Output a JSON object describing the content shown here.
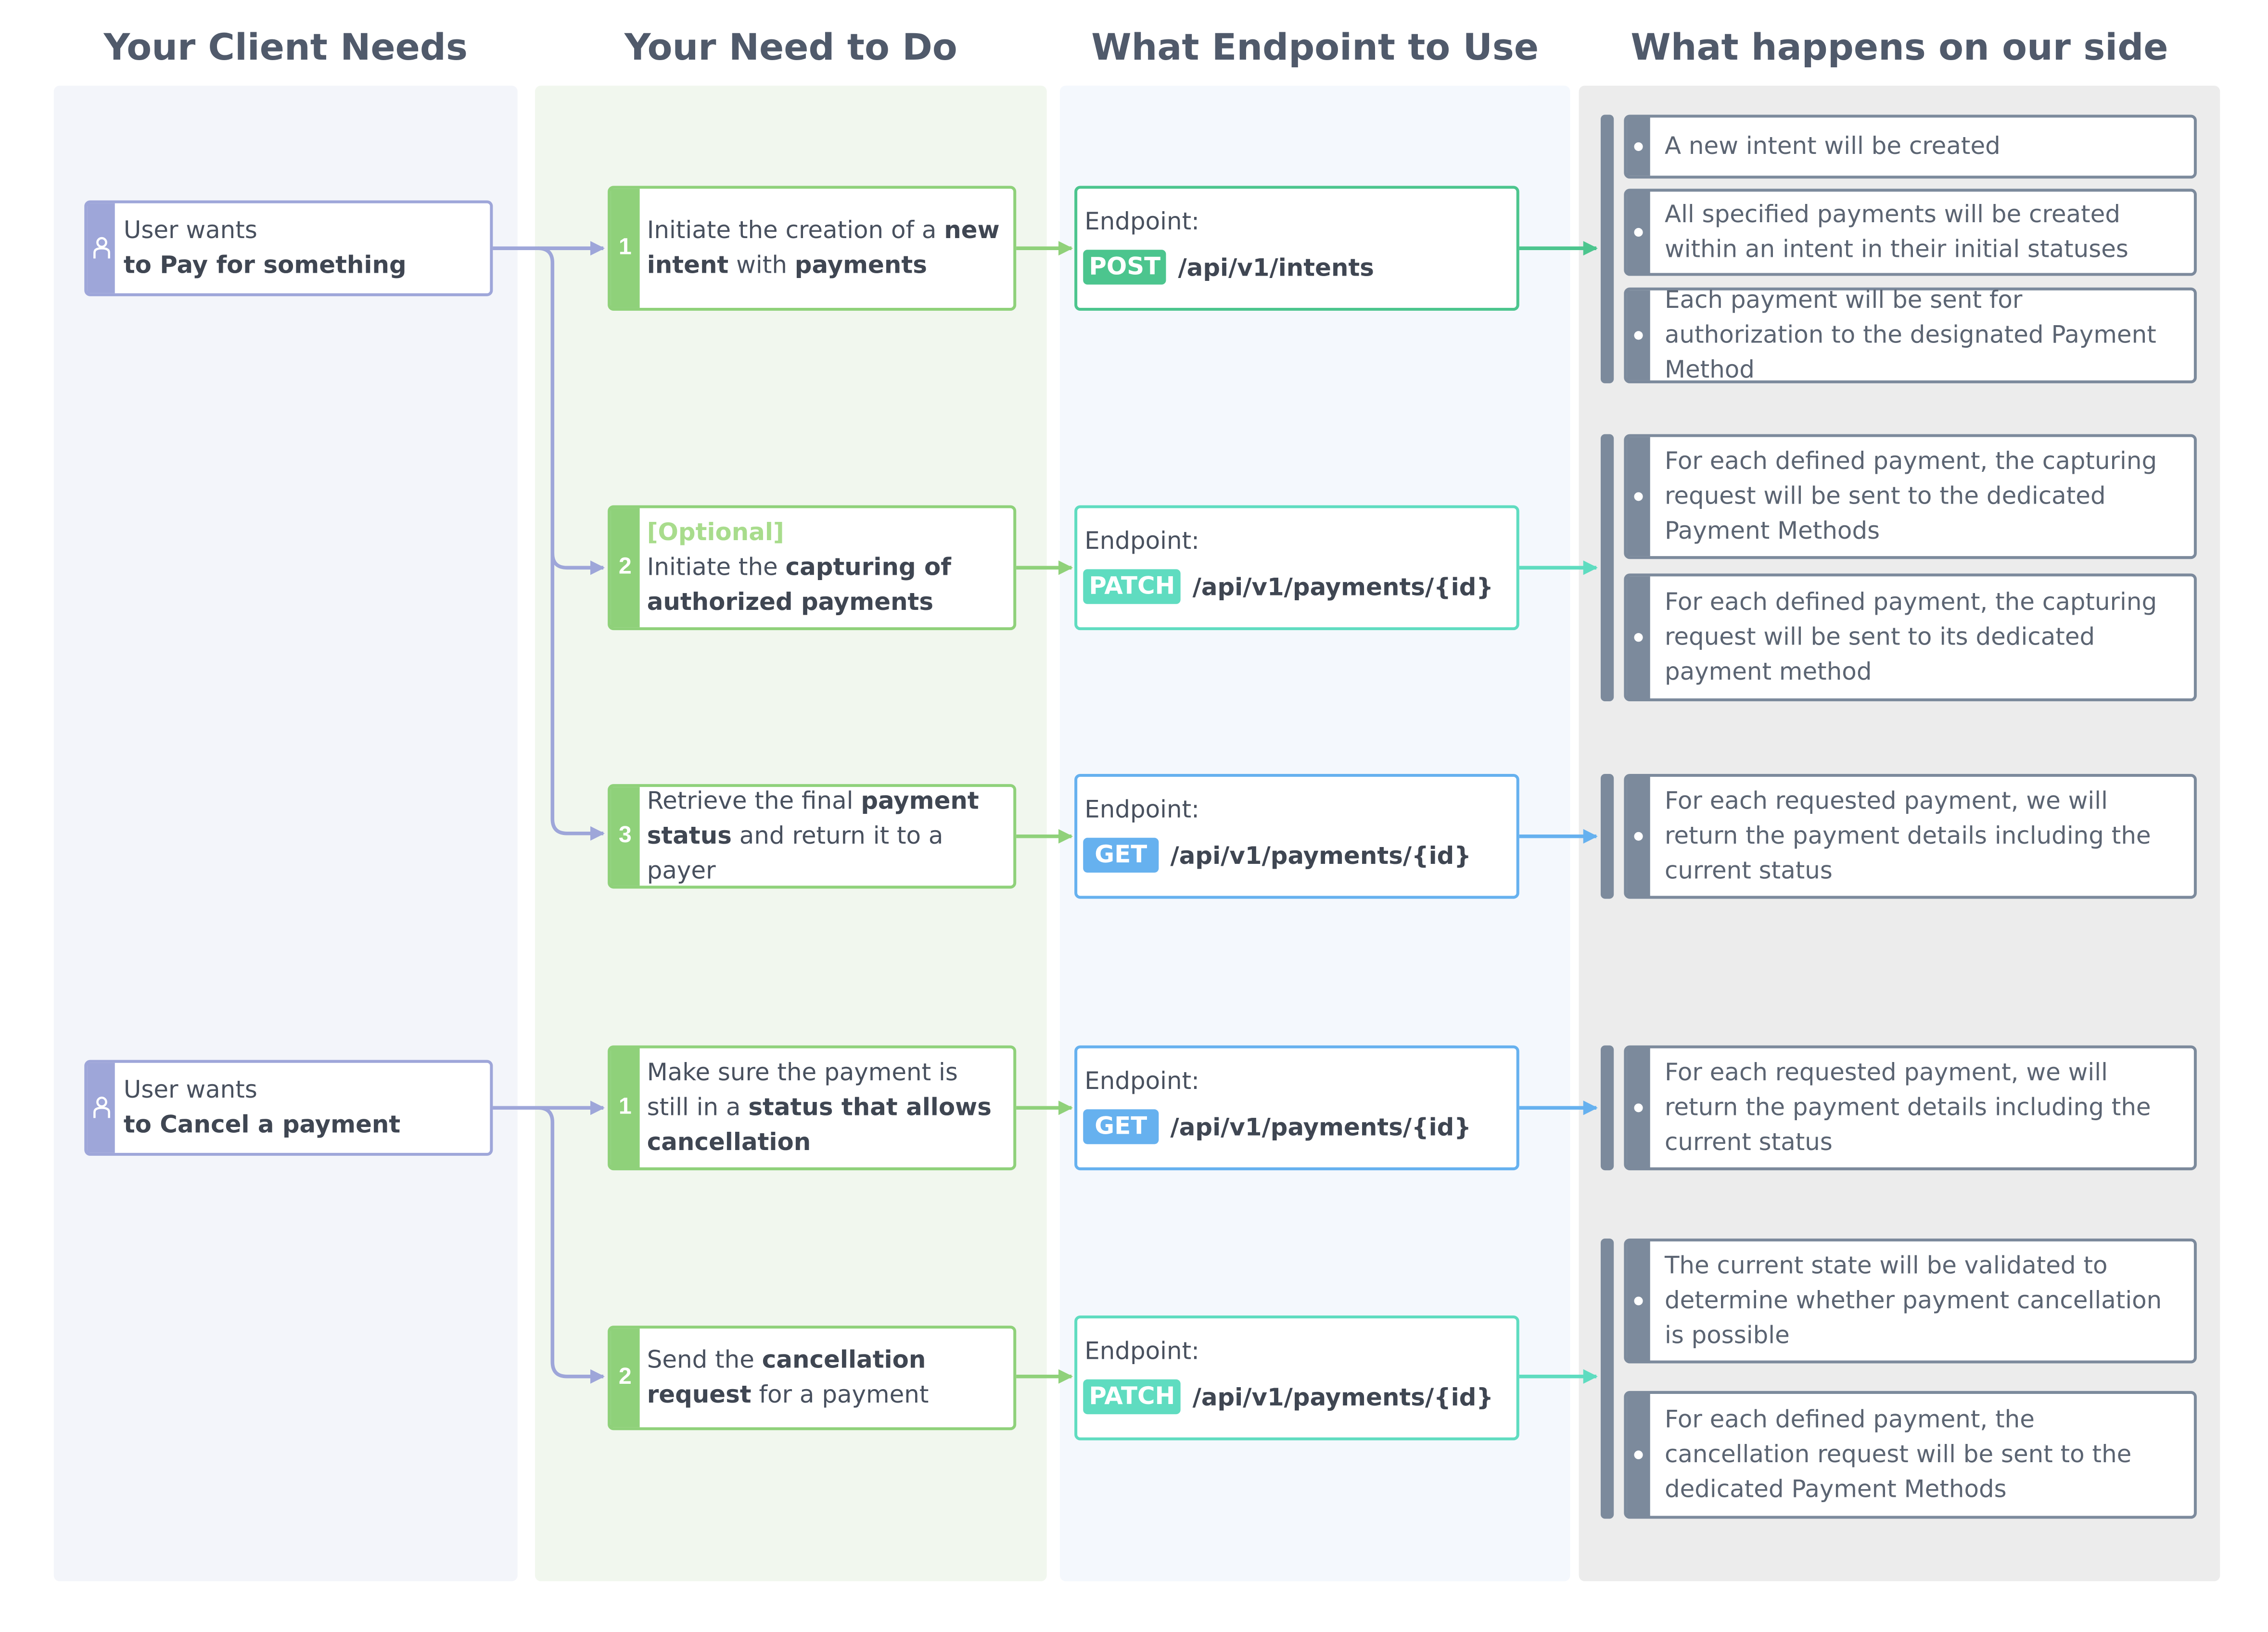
{
  "columns": [
    {
      "title": "Your Client Needs"
    },
    {
      "title": "Your Need to Do"
    },
    {
      "title": "What Endpoint to Use"
    },
    {
      "title": "What happens on our side"
    }
  ],
  "endpoint_label": "Endpoint:",
  "colors": {
    "client": "#9ea6d9",
    "step": "#8fd17a",
    "post": "#4cc58e",
    "patch": "#5fdcc0",
    "get": "#66b1ef",
    "outcome": "#7c8a9c"
  },
  "clients": [
    {
      "icon": "user-icon",
      "line1": "User wants",
      "line2": "to Pay for something"
    },
    {
      "icon": "user-icon",
      "line1": "User wants",
      "line2": "to Cancel a payment"
    }
  ],
  "steps": [
    {
      "number": "1",
      "parts": [
        {
          "t": "Initiate the creation of a ",
          "b": false
        },
        {
          "t": "new intent",
          "b": true
        },
        {
          "t": " with ",
          "b": false
        },
        {
          "t": "payments",
          "b": true
        }
      ]
    },
    {
      "number": "2",
      "optional": "[Optional]",
      "parts": [
        {
          "t": "Initiate the ",
          "b": false
        },
        {
          "t": "capturing of authorized payments",
          "b": true
        }
      ]
    },
    {
      "number": "3",
      "parts": [
        {
          "t": "Retrieve the final ",
          "b": false
        },
        {
          "t": "payment status",
          "b": true
        },
        {
          "t": " and return it to a payer",
          "b": false
        }
      ]
    },
    {
      "number": "1",
      "parts": [
        {
          "t": "Make sure the payment is still in a ",
          "b": false
        },
        {
          "t": "status that allows cancellation",
          "b": true
        }
      ]
    },
    {
      "number": "2",
      "parts": [
        {
          "t": "Send the ",
          "b": false
        },
        {
          "t": "cancellation request",
          "b": true
        },
        {
          "t": " for a payment",
          "b": false
        }
      ]
    }
  ],
  "endpoints": [
    {
      "method": "POST",
      "path": "/api/v1/intents"
    },
    {
      "method": "PATCH",
      "path": "/api/v1/payments/{id}"
    },
    {
      "method": "GET",
      "path": "/api/v1/payments/{id}"
    },
    {
      "method": "GET",
      "path": "/api/v1/payments/{id}"
    },
    {
      "method": "PATCH",
      "path": "/api/v1/payments/{id}"
    }
  ],
  "outcomes": [
    [
      "A new intent will be created",
      "All specified payments will be created within an intent in their initial statuses",
      "Each payment will be sent for authorization to the designated Payment Method"
    ],
    [
      "For each defined payment, the capturing request will be sent to the dedicated Payment Methods",
      "For each defined payment, the capturing request will be sent to its dedicated payment method"
    ],
    [
      "For each requested payment, we will return the payment details including the current status"
    ],
    [
      "For each requested payment, we will return the payment details including the current status"
    ],
    [
      "The current state will be validated to determine whether payment cancellation is possible",
      "For each defined payment, the cancellation request will be sent to the dedicated Payment Methods"
    ]
  ]
}
